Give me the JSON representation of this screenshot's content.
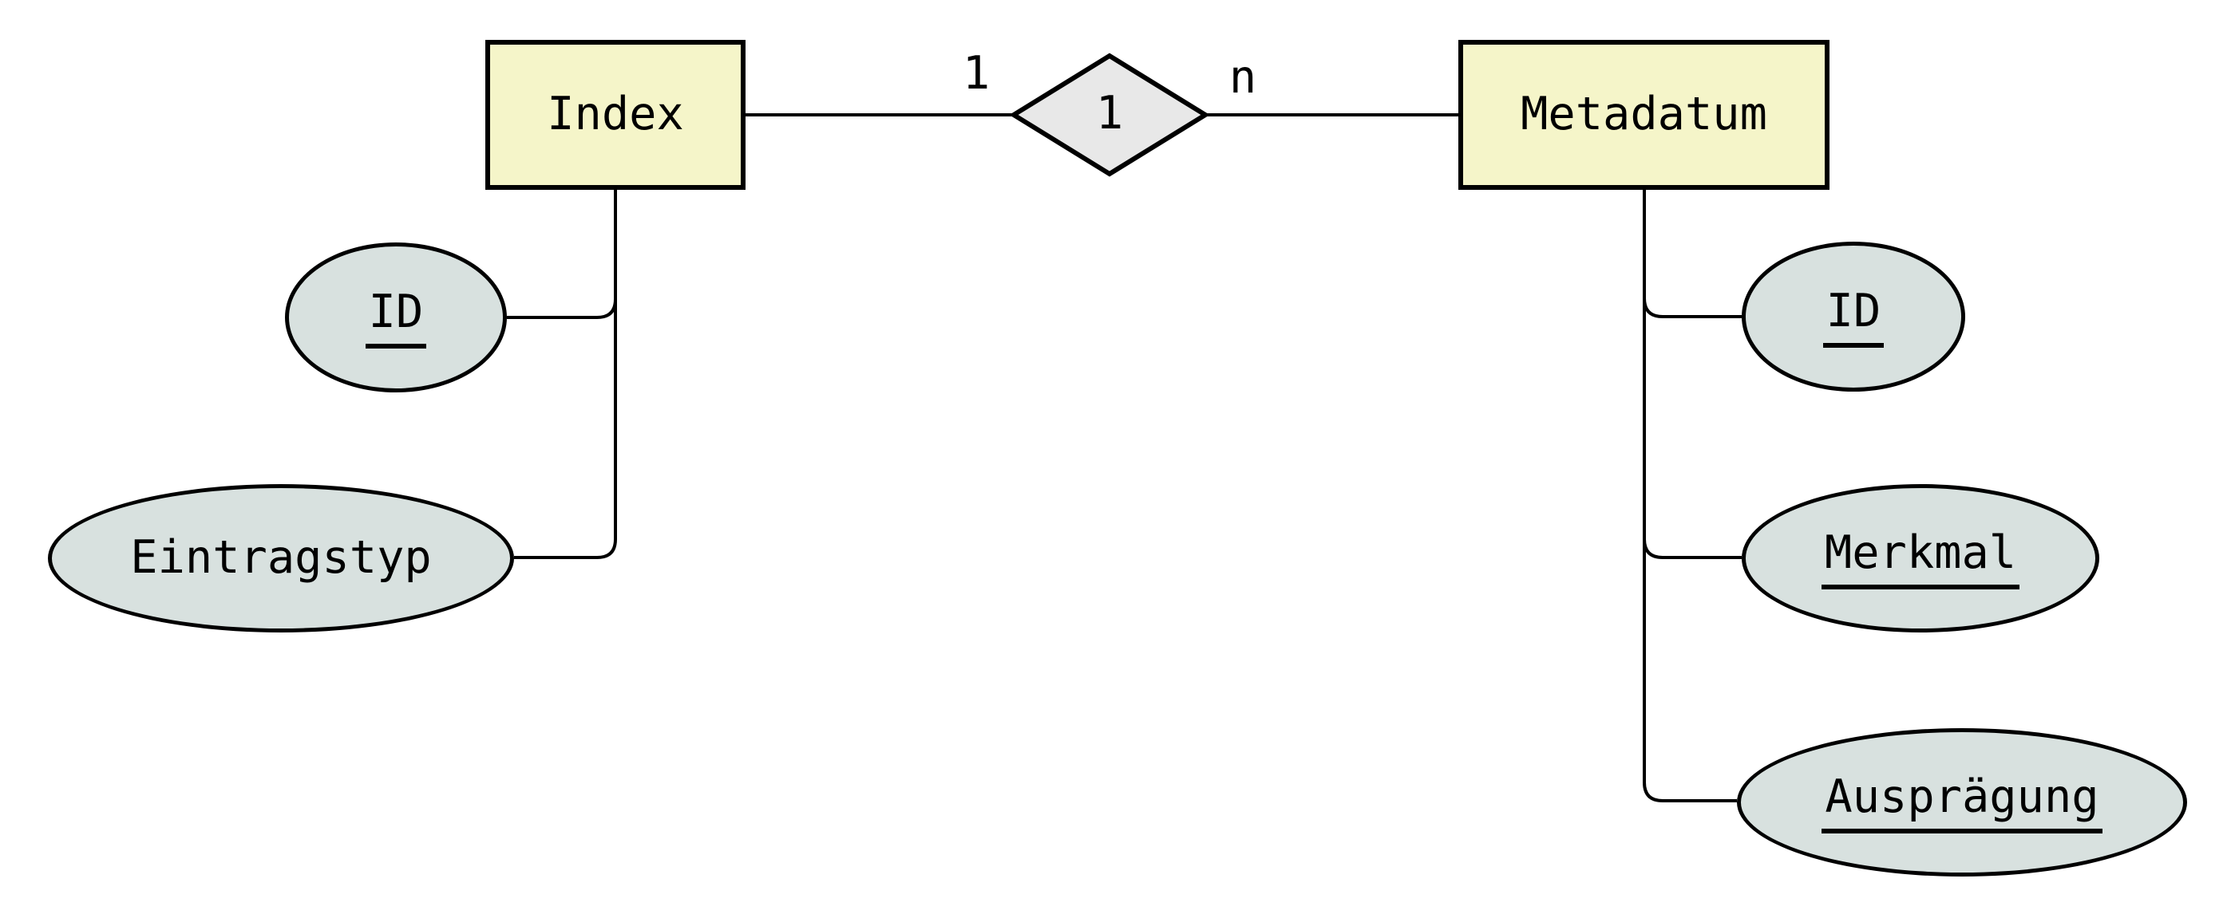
{
  "diagram": {
    "type": "er-diagram",
    "entities": [
      {
        "id": "index",
        "label": "Index"
      },
      {
        "id": "metadatum",
        "label": "Metadatum"
      }
    ],
    "relationship": {
      "label": "1",
      "cardinality_left": "1",
      "cardinality_right": "n"
    },
    "attributes": [
      {
        "entity": "index",
        "label": "ID",
        "primary_key": true
      },
      {
        "entity": "index",
        "label": "Eintragstyp",
        "primary_key": false
      },
      {
        "entity": "metadatum",
        "label": "ID",
        "primary_key": true
      },
      {
        "entity": "metadatum",
        "label": "Merkmal",
        "primary_key": true
      },
      {
        "entity": "metadatum",
        "label": "Ausprägung",
        "primary_key": true
      }
    ],
    "colors": {
      "entity_fill": "#f5f5c9",
      "attribute_fill": "#d8e1df",
      "relationship_fill": "#e8e8e8",
      "stroke": "#000000",
      "background": "#ffffff"
    }
  }
}
